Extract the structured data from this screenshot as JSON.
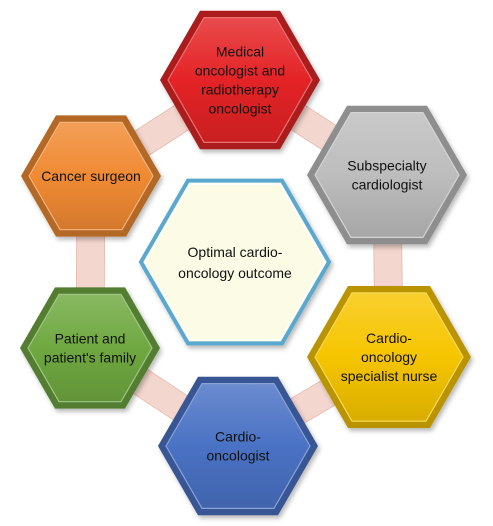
{
  "diagram": {
    "center": {
      "lines": [
        "Optimal cardio-",
        "oncology outcome"
      ],
      "fill": "#fbfbe6"
    },
    "nodes": [
      {
        "id": "medical-oncologist",
        "lines": [
          "Medical",
          "oncologist and",
          "radiotherapy",
          "oncologist"
        ],
        "color": "#e42326"
      },
      {
        "id": "subspecialty-cardiologist",
        "lines": [
          "Subspecialty",
          "cardiologist"
        ],
        "color": "#bdbdbd"
      },
      {
        "id": "cardio-oncology-nurse",
        "lines": [
          "Cardio-",
          "oncology",
          "specialist nurse"
        ],
        "color": "#f6c500"
      },
      {
        "id": "cardio-oncologist",
        "lines": [
          "Cardio-",
          "oncologist"
        ],
        "color": "#4a72c4"
      },
      {
        "id": "patient-family",
        "lines": [
          "Patient and",
          "patient's family"
        ],
        "color": "#6fa840"
      },
      {
        "id": "cancer-surgeon",
        "lines": [
          "Cancer surgeon"
        ],
        "color": "#f08a33"
      }
    ],
    "connector_color": "#f3d6cd"
  }
}
